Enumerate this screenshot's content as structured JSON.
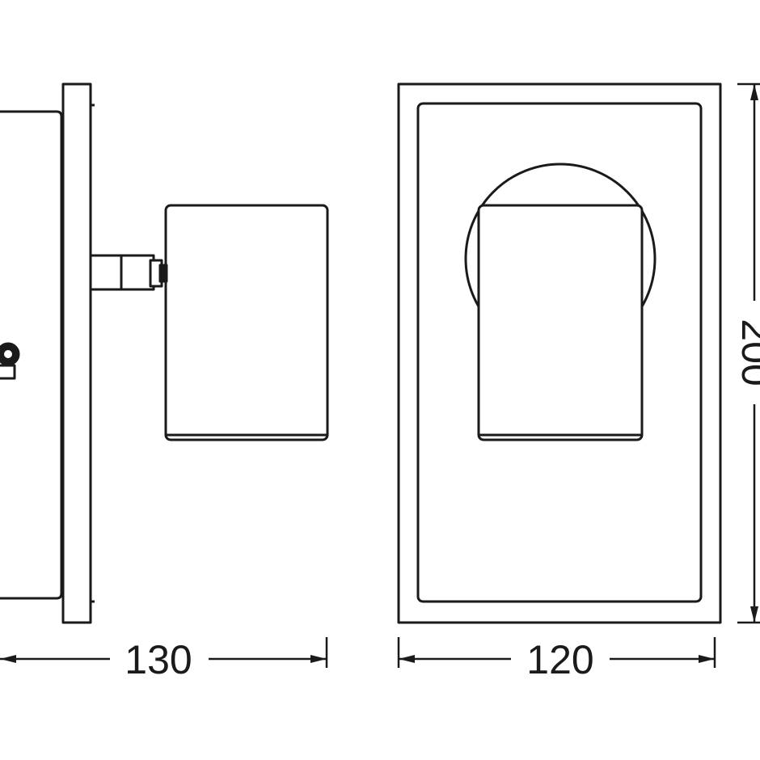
{
  "colors": {
    "line": "#1a1a1a",
    "background": "#ffffff"
  },
  "dimensions": {
    "depth": "130",
    "width": "120",
    "height": "200"
  }
}
